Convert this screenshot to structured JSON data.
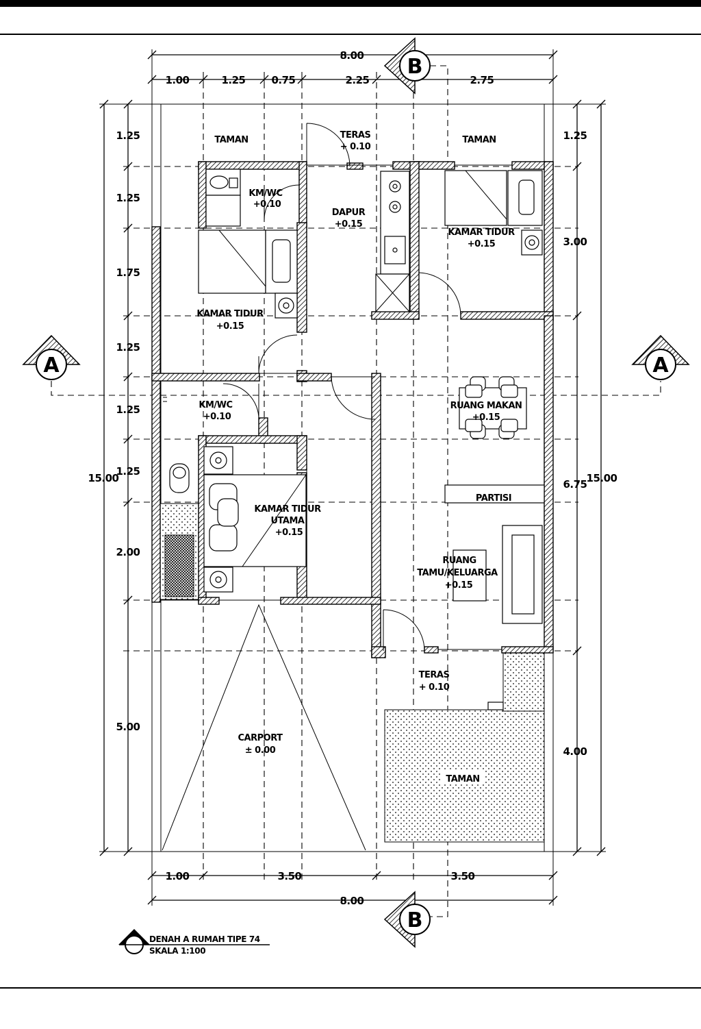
{
  "dimensions": {
    "top_total": "8.00",
    "top_segments": [
      "1.00",
      "1.25",
      "0.75",
      "2.25",
      "2.75"
    ],
    "bottom_segments": [
      "1.00",
      "3.50",
      "3.50"
    ],
    "bottom_total": "8.00",
    "left_segments": [
      "1.25",
      "1.25",
      "1.75",
      "1.25",
      "1.25",
      "1.25",
      "2.00",
      "5.00"
    ],
    "left_total": "15.00",
    "right_segments": [
      "1.25",
      "3.00",
      "6.75",
      "4.00"
    ],
    "right_total": "15.00"
  },
  "section_markers": {
    "a_left": "A",
    "a_right": "A",
    "b_top": "B",
    "b_bottom": "B"
  },
  "rooms": {
    "taman_top_left": "TAMAN",
    "teras_top": "TERAS",
    "teras_top_level": "+ 0.10",
    "taman_top_right": "TAMAN",
    "kmwc_top": "KM/WC",
    "kmwc_top_level": "+0.10",
    "dapur": "DAPUR",
    "dapur_level": "+0.15",
    "kamar_tidur_right": "KAMAR TIDUR",
    "kamar_tidur_right_level": "+0.15",
    "kamar_tidur_left": "KAMAR TIDUR",
    "kamar_tidur_left_level": "+0.15",
    "kmwc_mid": "KM/WC",
    "kmwc_mid_level": "+0.10",
    "ruang_makan": "RUANG MAKAN",
    "ruang_makan_level": "+0.15",
    "partisi": "PARTISI",
    "kamar_utama_1": "KAMAR TIDUR",
    "kamar_utama_2": "UTAMA",
    "kamar_utama_level": "+0.15",
    "ruang_tamu_1": "RUANG",
    "ruang_tamu_2": "TAMU/KELUARGA",
    "ruang_tamu_level": "+0.15",
    "teras_bottom": "TERAS",
    "teras_bottom_level": "+ 0.10",
    "carport": "CARPORT",
    "carport_level": "± 0.00",
    "taman_bottom": "TAMAN"
  },
  "title_block": {
    "title": "DENAH A RUMAH TIPE 74",
    "scale": "SKALA 1:100"
  }
}
